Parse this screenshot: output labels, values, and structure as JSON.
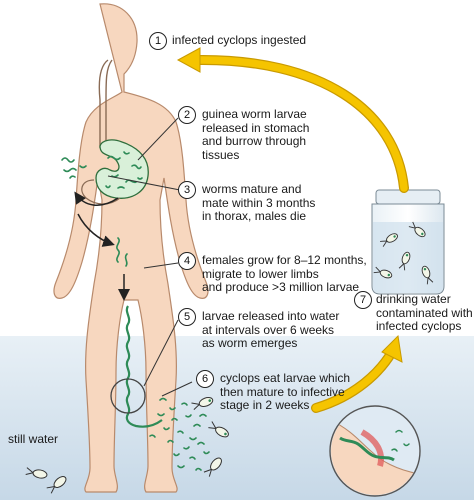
{
  "colors": {
    "skin": "#f7d7bf",
    "skin_outline": "#b88a6c",
    "water_top": "#e2ecf4",
    "water_bottom": "#c9dbe9",
    "arrow": "#f5c400",
    "arrow_outline": "#c99a00",
    "worm": "#2e8b57",
    "organ": "#d9f0d9",
    "inflammation": "#e05a5a"
  },
  "steps": [
    {
      "number": "1",
      "text": "infected cyclops ingested"
    },
    {
      "number": "2",
      "text": "guinea worm larvae\nreleased in stomach\nand burrow through\ntissues"
    },
    {
      "number": "3",
      "text": "worms mature and\nmate within 3 months\nin thorax, males die"
    },
    {
      "number": "4",
      "text": "females grow for 8–12 months,\nmigrate to lower limbs\nand produce >3 million larvae"
    },
    {
      "number": "5",
      "text": "larvae released into water\nat intervals over 6 weeks\nas worm emerges"
    },
    {
      "number": "6",
      "text": "cyclops eat larvae which\nthen mature to infective\nstage in 2 weeks"
    },
    {
      "number": "7",
      "text": "drinking water\ncontaminated with\ninfected cyclops"
    }
  ],
  "water_label": "still water"
}
